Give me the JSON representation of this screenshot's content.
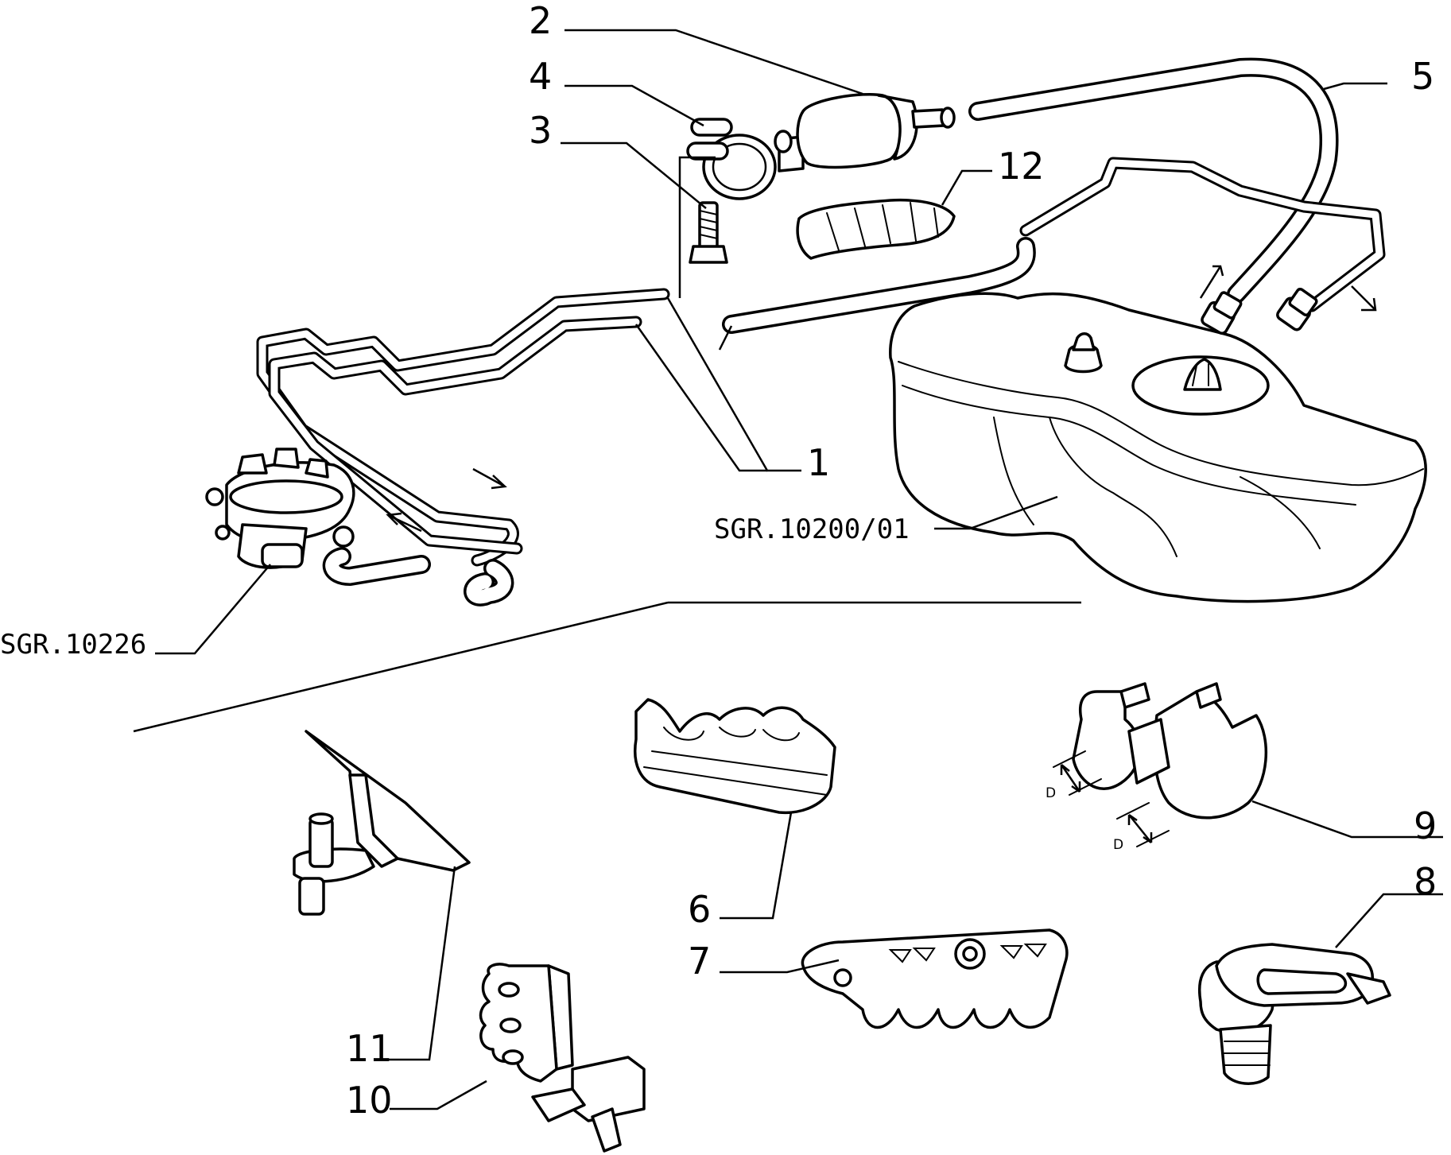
{
  "callouts": {
    "n1": "1",
    "n2": "2",
    "n3": "3",
    "n4": "4",
    "n5": "5",
    "n6": "6",
    "n7": "7",
    "n8": "8",
    "n9": "9",
    "n10": "10",
    "n11": "11",
    "n12": "12"
  },
  "references": {
    "tank": "SGR.10200/01",
    "injection_unit": "SGR.10226"
  },
  "dimension_marks": {
    "d_upper": "D",
    "d_lower": "D"
  }
}
